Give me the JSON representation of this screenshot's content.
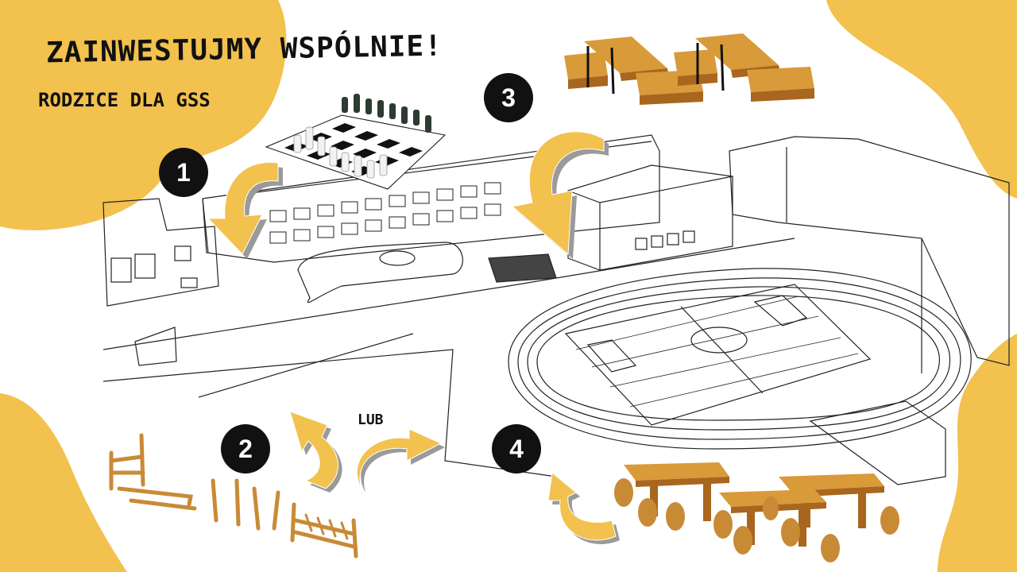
{
  "header": {
    "title": "ZAINWESTUJMY WSPÓLNIE!",
    "subtitle": "RODZICE DLA GSS"
  },
  "markers": [
    {
      "number": "1",
      "item": "giant-chess"
    },
    {
      "number": "2",
      "item": "climbing-obstacle-course"
    },
    {
      "number": "3",
      "item": "wooden-loungers"
    },
    {
      "number": "4",
      "item": "picnic-tables"
    }
  ],
  "or_label": "LUB",
  "colors": {
    "accent": "#F2C14E",
    "arrow": "#F2C14E",
    "arrow_shadow": "#9a9a9a",
    "badge": "#111111",
    "line": "#222222",
    "wood": "#D99A3A",
    "wood_dark": "#A8661E"
  }
}
